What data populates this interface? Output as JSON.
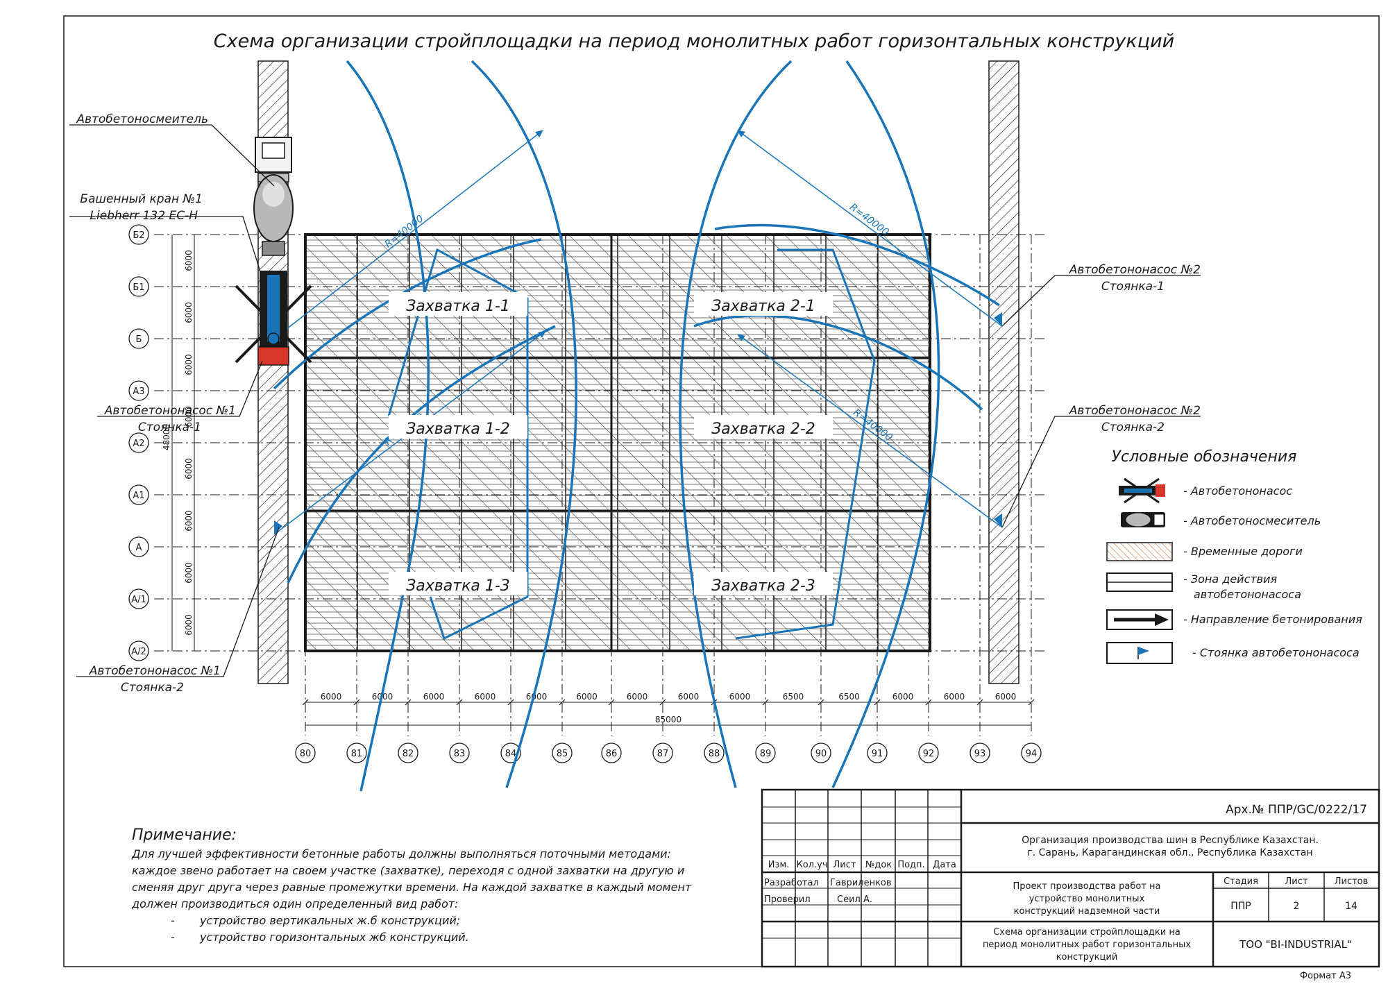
{
  "title": "Схема организации стройплощадки на период монолитных работ горизонтальных конструкций",
  "colors": {
    "blue": "#1a75b8",
    "ink": "#1a1a1a",
    "pump_red": "#d8362a",
    "road_orange": "#e36c3a"
  },
  "rows": [
    "Б2",
    "Б1",
    "Б",
    "А3",
    "А2",
    "А1",
    "А",
    "А/1",
    "А/2"
  ],
  "row_dims": [
    "6000",
    "6000",
    "6000",
    "6000",
    "6000",
    "6000",
    "6000",
    "6000"
  ],
  "row_total": "48000",
  "cols": [
    "80",
    "81",
    "82",
    "83",
    "84",
    "85",
    "86",
    "87",
    "88",
    "89",
    "90",
    "91",
    "92",
    "93",
    "94"
  ],
  "col_dims": [
    "6000",
    "6000",
    "6000",
    "6000",
    "6000",
    "6000",
    "6000",
    "6000",
    "6000",
    "6500",
    "6500",
    "6000",
    "6000",
    "6000"
  ],
  "col_total": "85000",
  "zones": [
    "Захватка 1-1",
    "Захватка 2-1",
    "Захватка 1-2",
    "Захватка 2-2",
    "Захватка 1-3",
    "Захватка 2-3"
  ],
  "radius_label": "R=40000",
  "labels": {
    "mixer": "Автобетоносмеитель",
    "crane_line1": "Башенный кран №1",
    "crane_line2": "Liebherr 132 EC-H",
    "pump1_s1_line1": "Автобетононасос №1",
    "pump1_s1_line2": "Стоянка-1",
    "pump1_s2_line1": "Автобетононасос №1",
    "pump1_s2_line2": "Стоянка-2",
    "pump2_s1_line1": "Автобетононасос №2",
    "pump2_s1_line2": "Стоянка-1",
    "pump2_s2_line1": "Автобетононасос №2",
    "pump2_s2_line2": "Стоянка-2"
  },
  "legend": {
    "title": "Условные обозначения",
    "items": [
      {
        "icon": "concrete-pump-icon",
        "text": "- Автобетононасос"
      },
      {
        "icon": "concrete-mixer-icon",
        "text": "- Автобетоносмеситель"
      },
      {
        "icon": "temporary-road-icon",
        "text": "- Временные дороги"
      },
      {
        "icon": "pump-zone-icon",
        "text": "- Зона действия",
        "text2": "автобетононасоса"
      },
      {
        "icon": "direction-arrow-icon",
        "text": "- Направление бетонирования"
      },
      {
        "icon": "pump-flag-icon",
        "text": "- Стоянка автобетононасоса"
      }
    ]
  },
  "note": {
    "title": "Примечание:",
    "lines": [
      "Для лучшей эффективности бетонные работы должны выполняться поточными методами:",
      "каждое звено работает на своем участке (захватке), переходя с одной захватки на другую и",
      "сменяя друг друга через равные промежутки времени. На каждой захватке в каждый момент",
      "должен производиться один определенный вид работ:"
    ],
    "bullets": [
      "устройство вертикальных ж.б конструкций;",
      "устройство горизонтальных жб конструкций."
    ],
    "bullet_mark": "-"
  },
  "stamp": {
    "archive": "Арх.№ ППР/GC/0222/17",
    "org_line1": "Организация производства шин в Республике Казахстан.",
    "org_line2": "г. Сарань, Карагандинская обл., Республика Казахстан",
    "headers": [
      "Изм.",
      "Кол.уч",
      "Лист",
      "№док",
      "Подп.",
      "Дата"
    ],
    "developed_label": "Разработал",
    "developed_name": "Гавриленков",
    "checked_label": "Проверил",
    "checked_name": "Сеил А.",
    "project_line1": "Проект производства работ на",
    "project_line2": "устройство монолитных",
    "project_line3": "конструкций надземной части",
    "stage_label": "Стадия",
    "sheet_label": "Лист",
    "sheets_label": "Листов",
    "stage": "ППР",
    "sheet": "2",
    "sheets": "14",
    "drawing_line1": "Схема организации стройплощадки на",
    "drawing_line2": "период монолитных работ горизонтальных",
    "drawing_line3": "конструкций",
    "company": "ТОО \"BI-INDUSTRIAL\""
  },
  "format": "Формат А3"
}
